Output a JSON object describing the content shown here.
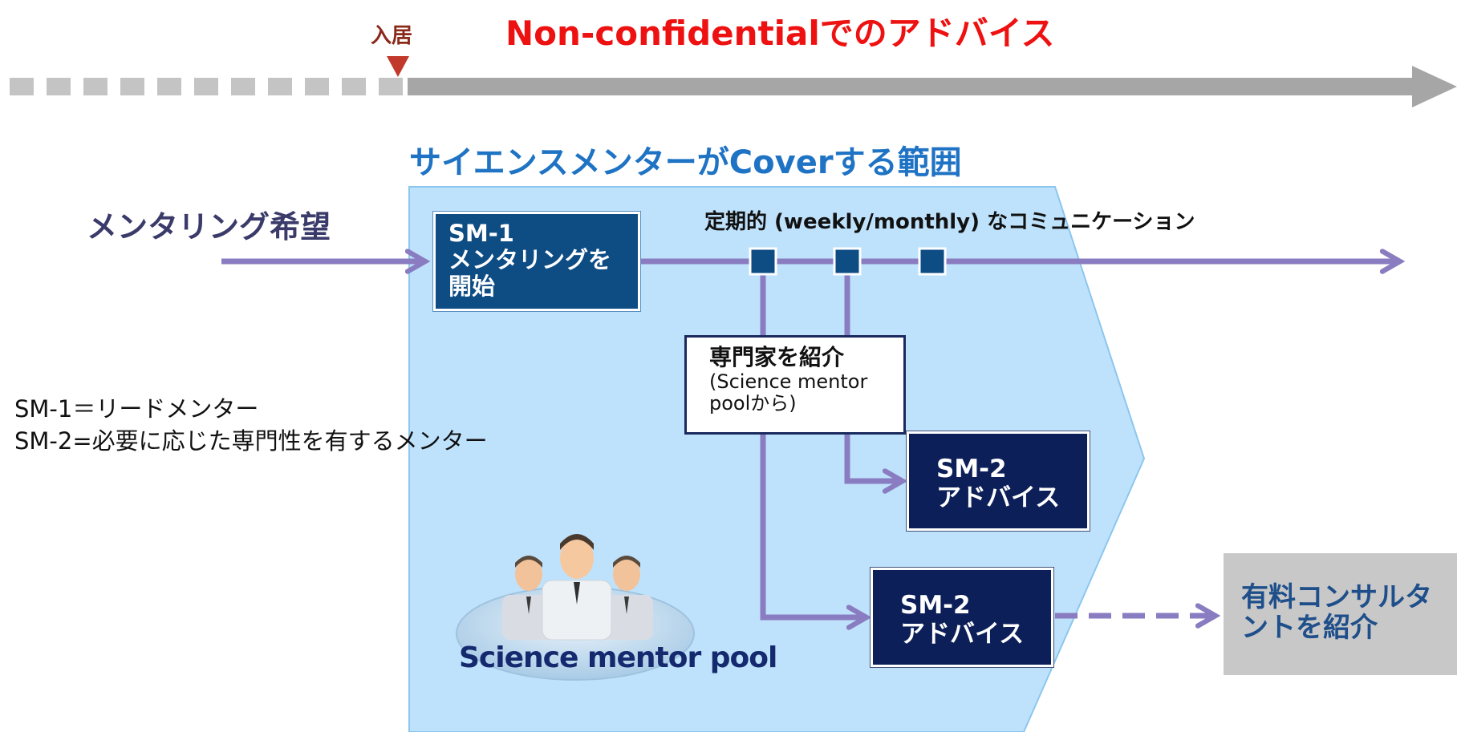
{
  "header": {
    "title": "Non-confidentialでのアドバイス",
    "move_in_label": "入居",
    "colors": {
      "title": "#ee1111",
      "move_in": "#8b2a1a",
      "timeline": "#a6a6a6"
    }
  },
  "scope": {
    "title": "サイエンスメンターがCoverする範囲",
    "fill_color": "#bfe2fc"
  },
  "flow": {
    "request_label": "メンタリング希望",
    "communication_label": "定期的 (weekly/monthly) なコミュニケーション",
    "line_color": "#8a7cc1"
  },
  "sm1_box": {
    "line1": "SM-1",
    "line2": "メンタリングを",
    "line3": "開始"
  },
  "expert_box": {
    "line1": "専門家を紹介",
    "line2": "(Science mentor",
    "line3": "poolから)"
  },
  "sm2_boxes": [
    {
      "line1": "SM-2",
      "line2": "アドバイス"
    },
    {
      "line1": "SM-2",
      "line2": "アドバイス"
    }
  ],
  "consultant_box": {
    "line1": "有料コンサルタ",
    "line2": "ントを紹介"
  },
  "legend": {
    "line1": "SM-1＝リードメンター",
    "line2": "SM-2=必要に応じた専門性を有するメンター"
  },
  "pool": {
    "label": "Science mentor pool",
    "icon": "people-group-icon"
  }
}
